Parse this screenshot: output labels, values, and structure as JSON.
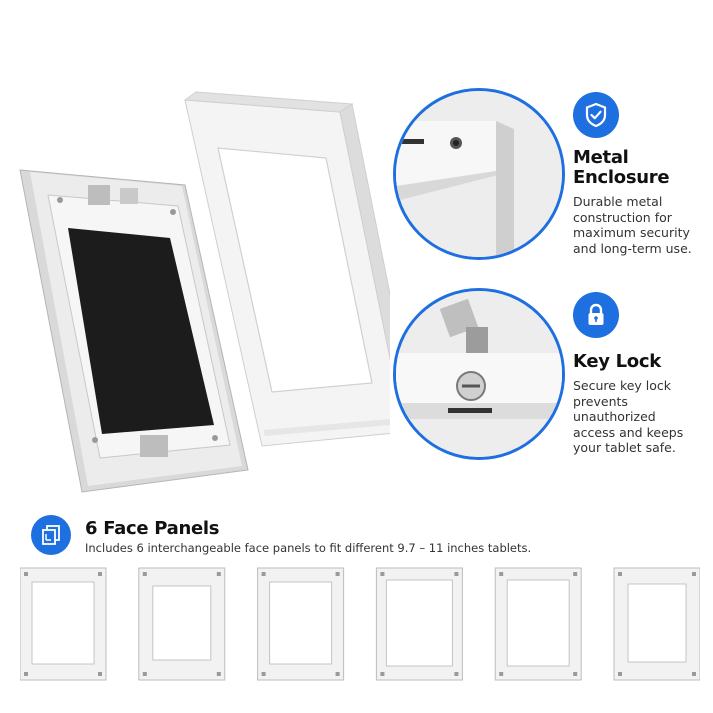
{
  "features": [
    {
      "title_line1": "Metal",
      "title_line2": "Enclosure",
      "desc_lines": [
        "Durable metal",
        "construction for",
        "maximum security",
        "and long-term use."
      ],
      "icon": "shield-check-icon"
    },
    {
      "title_line1": "Key Lock",
      "desc_lines": [
        "Secure key lock",
        "prevents unauthorized",
        "access and keeps",
        "your tablet safe."
      ],
      "icon": "padlock-icon"
    }
  ],
  "panels": {
    "title": "6 Face Panels",
    "desc": "Includes 6 interchangeable face panels to fit different 9.7 – 11 inches tablets.",
    "icon": "stacked-panels-icon",
    "count": 6
  },
  "colors": {
    "accent": "#1e6fe0",
    "metal": "#e9e9e9",
    "screen": "#1a1a1a"
  }
}
